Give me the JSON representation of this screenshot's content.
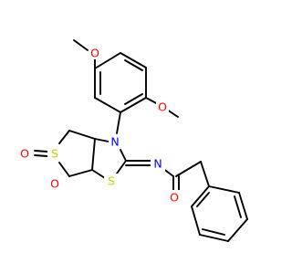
{
  "colors": {
    "background": "#ffffff",
    "bond": "#000000",
    "O": "#ff0000",
    "N": "#0000ff",
    "S": "#cccc00"
  },
  "atoms": [
    {
      "id": "O_ome1",
      "symbol": "O"
    },
    {
      "id": "O_ome2",
      "symbol": "O"
    },
    {
      "id": "N_ring",
      "symbol": "N"
    },
    {
      "id": "O_so2_a",
      "symbol": "O"
    },
    {
      "id": "S_sulfone",
      "symbol": "S"
    },
    {
      "id": "O_so2_b",
      "symbol": "O"
    },
    {
      "id": "N_imine",
      "symbol": "N"
    },
    {
      "id": "S_thiazole",
      "symbol": "S"
    },
    {
      "id": "O_carbonyl",
      "symbol": "O"
    }
  ]
}
